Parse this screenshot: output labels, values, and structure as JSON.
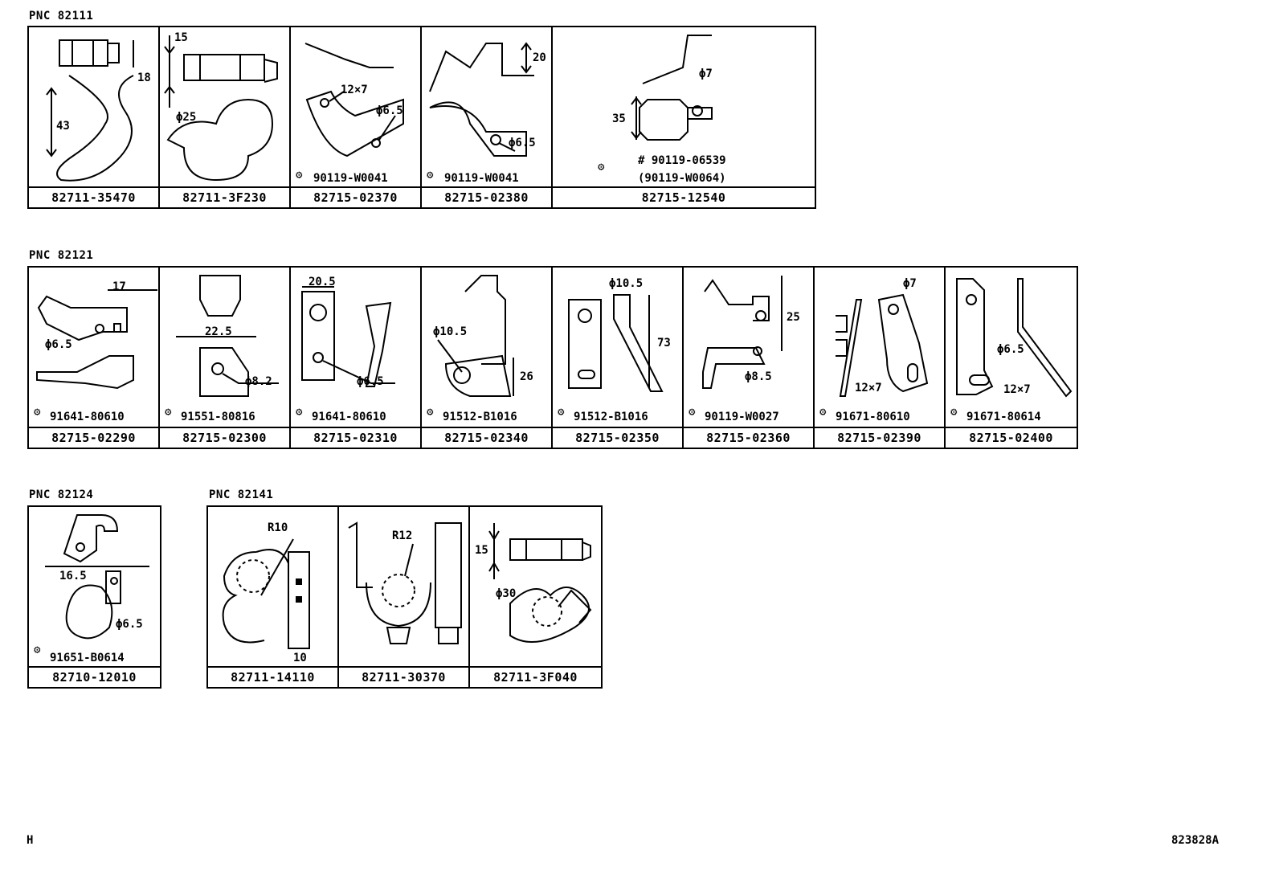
{
  "groups": [
    {
      "pnc": "PNC 82111",
      "cells": [
        {
          "part": "82711-35470",
          "bolt": "",
          "dims": [
            "18",
            "43"
          ]
        },
        {
          "part": "82711-3F230",
          "bolt": "",
          "dims": [
            "15",
            "ϕ25"
          ]
        },
        {
          "part": "82715-02370",
          "bolt": "90119-W0041",
          "dims": [
            "12×7",
            "ϕ6.5"
          ]
        },
        {
          "part": "82715-02380",
          "bolt": "90119-W0041",
          "dims": [
            "20",
            "ϕ6.5"
          ]
        },
        {
          "part": "82715-12540",
          "bolt": "# 90119-06539",
          "bolt_alt": "(90119-W0064)",
          "dims": [
            "ϕ7",
            "35"
          ]
        }
      ]
    },
    {
      "pnc": "PNC 82121",
      "cells": [
        {
          "part": "82715-02290",
          "bolt": "91641-80610",
          "dims": [
            "17",
            "ϕ6.5"
          ]
        },
        {
          "part": "82715-02300",
          "bolt": "91551-80816",
          "dims": [
            "22.5",
            "ϕ8.2"
          ]
        },
        {
          "part": "82715-02310",
          "bolt": "91641-80610",
          "dims": [
            "20.5",
            "ϕ6.5"
          ]
        },
        {
          "part": "82715-02340",
          "bolt": "91512-B1016",
          "dims": [
            "ϕ10.5",
            "26"
          ]
        },
        {
          "part": "82715-02350",
          "bolt": "91512-B1016",
          "dims": [
            "ϕ10.5",
            "73"
          ]
        },
        {
          "part": "82715-02360",
          "bolt": "90119-W0027",
          "dims": [
            "25",
            "ϕ8.5"
          ]
        },
        {
          "part": "82715-02390",
          "bolt": "91671-80610",
          "dims": [
            "ϕ7",
            "12×7"
          ]
        },
        {
          "part": "82715-02400",
          "bolt": "91671-80614",
          "dims": [
            "ϕ6.5",
            "12×7"
          ]
        }
      ]
    },
    {
      "pnc": "PNC 82124",
      "cells": [
        {
          "part": "82710-12010",
          "bolt": "91651-B0614",
          "dims": [
            "16.5",
            "ϕ6.5"
          ]
        }
      ]
    },
    {
      "pnc": "PNC 82141",
      "cells": [
        {
          "part": "82711-14110",
          "bolt": "",
          "dims": [
            "R10",
            "10"
          ]
        },
        {
          "part": "82711-30370",
          "bolt": "",
          "dims": [
            "R12"
          ]
        },
        {
          "part": "82711-3F040",
          "bolt": "",
          "dims": [
            "15",
            "ϕ30"
          ]
        }
      ]
    }
  ],
  "footer": {
    "left": "H",
    "right": "823828A"
  }
}
